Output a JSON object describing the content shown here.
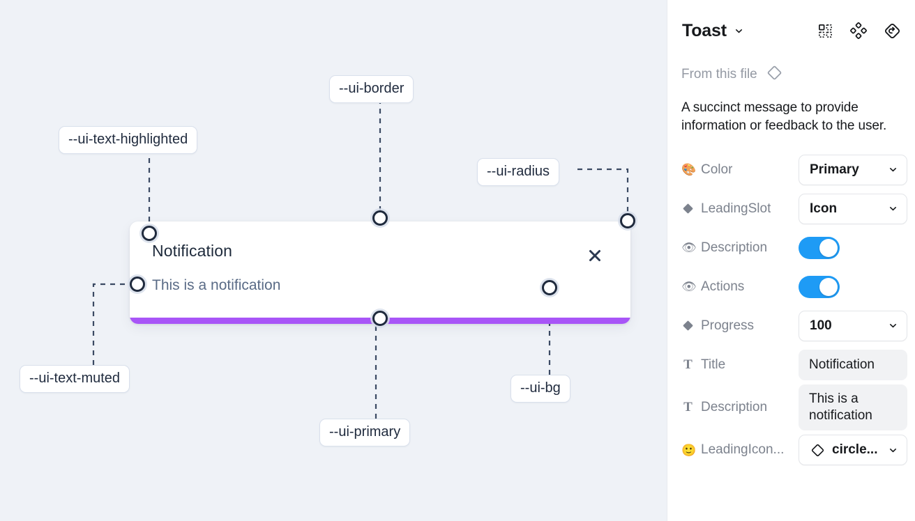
{
  "canvas": {
    "annotations": [
      {
        "id": "ui-text-highlighted",
        "label": "--ui-text-highlighted"
      },
      {
        "id": "ui-border",
        "label": "--ui-border"
      },
      {
        "id": "ui-radius",
        "label": "--ui-radius"
      },
      {
        "id": "ui-text-muted",
        "label": "--ui-text-muted"
      },
      {
        "id": "ui-primary",
        "label": "--ui-primary"
      },
      {
        "id": "ui-bg",
        "label": "--ui-bg"
      }
    ],
    "toast": {
      "title": "Notification",
      "description": "This is a notification",
      "close_icon": "close-icon",
      "progress_color": "#a855f7",
      "background": "#ffffff"
    },
    "background": "#eff2f7",
    "connector_color": "#3b4a63"
  },
  "panel": {
    "title": "Toast",
    "title_chevron_icon": "chevron-down-icon",
    "header_icons": [
      {
        "name": "component-grid-icon"
      },
      {
        "name": "variants-diamond-icon"
      },
      {
        "name": "reset-diamond-icon"
      }
    ],
    "from_file": {
      "label": "From this file",
      "icon": "diamond-icon"
    },
    "description": "A succinct message to provide information or feedback to the user.",
    "accent_toggle_color": "#1e9bf5",
    "properties": [
      {
        "icon": "palette-emoji",
        "icon_glyph": "🎨",
        "label": "Color",
        "type": "select",
        "value": "Primary"
      },
      {
        "icon": "diamond-filled-icon",
        "label": "LeadingSlot",
        "type": "select",
        "value": "Icon"
      },
      {
        "icon": "eye-emoji",
        "icon_glyph": "👁",
        "label": "Description",
        "type": "toggle",
        "value": "on"
      },
      {
        "icon": "eye-emoji",
        "icon_glyph": "👁",
        "label": "Actions",
        "type": "toggle",
        "value": "on"
      },
      {
        "icon": "diamond-filled-icon",
        "label": "Progress",
        "type": "select",
        "value": "100"
      },
      {
        "icon": "text-t-icon",
        "label": "Title",
        "type": "text",
        "value": "Notification"
      },
      {
        "icon": "text-t-icon",
        "label": "Description",
        "type": "text",
        "value": "This is a notification"
      },
      {
        "icon": "smiley-emoji",
        "icon_glyph": "🙂",
        "label": "LeadingIcon...",
        "type": "icon-select",
        "value": "circle..."
      }
    ]
  }
}
